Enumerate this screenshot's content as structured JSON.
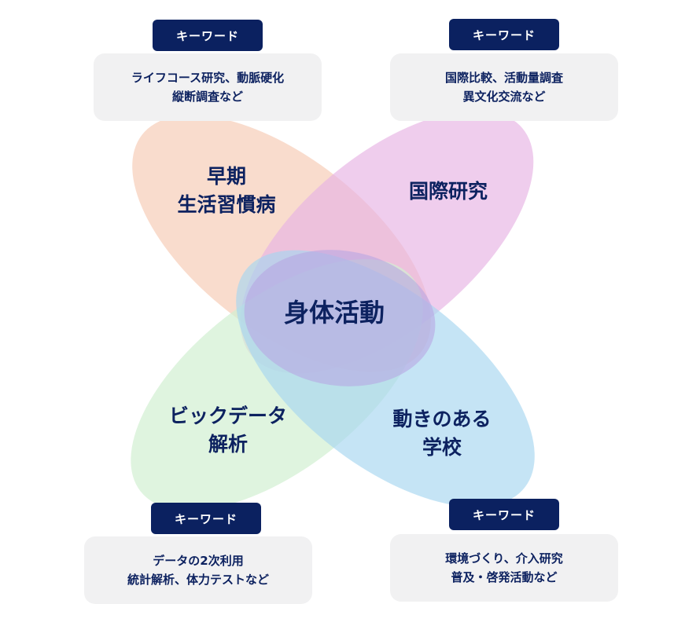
{
  "keyword_label": "キーワード",
  "quadrants": [
    {
      "id": "top-left",
      "title_lines": [
        "早期",
        "生活習慣病"
      ],
      "keywords": [
        "ライフコース研究、動脈硬化",
        "縦断調査など"
      ],
      "color": "#f7cdb8"
    },
    {
      "id": "top-right",
      "title_lines": [
        "国際研究"
      ],
      "keywords": [
        "国際比較、活動量調査",
        "異文化交流など"
      ],
      "color": "#e6b2e4"
    },
    {
      "id": "bottom-left",
      "title_lines": [
        "ビックデータ",
        "解析"
      ],
      "keywords": [
        "データの2次利用",
        "統計解析、体力テストなど"
      ],
      "color": "#d2f0d2"
    },
    {
      "id": "bottom-right",
      "title_lines": [
        "動きのある",
        "学校"
      ],
      "keywords": [
        "環境づくり、介入研究",
        "普及・啓発活動など"
      ],
      "color": "#a6d6f0"
    }
  ],
  "center": {
    "title": "身体活動",
    "color": "#b7a6e2"
  },
  "colors": {
    "navy": "#0b2160",
    "box": "#f1f1f2"
  }
}
